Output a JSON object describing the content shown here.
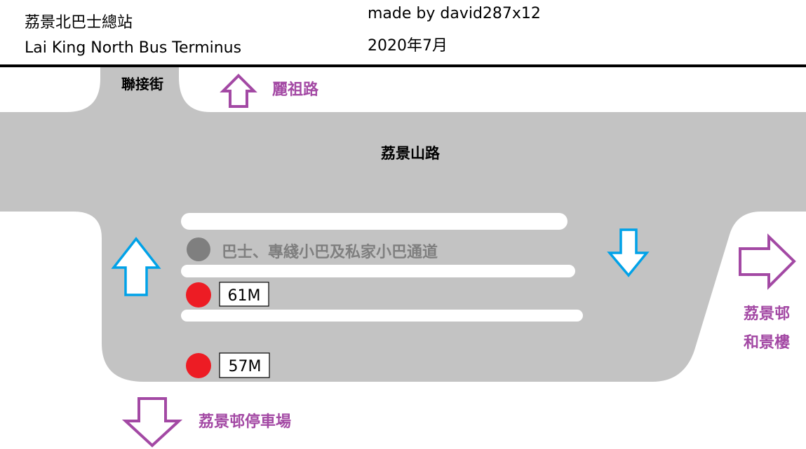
{
  "header": {
    "title_zh": "荔景北巴士總站",
    "title_en": "Lai King North Bus Terminus",
    "credit": "made by david287x12",
    "date": "2020年7月"
  },
  "roads": {
    "connector": "聯接街",
    "main_road": "荔景山路"
  },
  "directions": {
    "up_road": "麗祖路",
    "right_line1": "荔景邨",
    "right_line2": "和景樓",
    "down_carpark": "荔景邨停車場"
  },
  "lanes": {
    "passage_label": "巴士、專綫小巴及私家小巴通道"
  },
  "stops": [
    {
      "route": "61M"
    },
    {
      "route": "57M"
    }
  ],
  "colors": {
    "road": "#c3c3c3",
    "island": "#ffffff",
    "direction_arrow": "#a349a4",
    "traffic_arrow": "#00a2e8",
    "stop_marker": "#ed1c24",
    "passage_marker": "#7f7f7f",
    "passage_text": "#7f7f7f",
    "direction_text": "#a349a4"
  }
}
